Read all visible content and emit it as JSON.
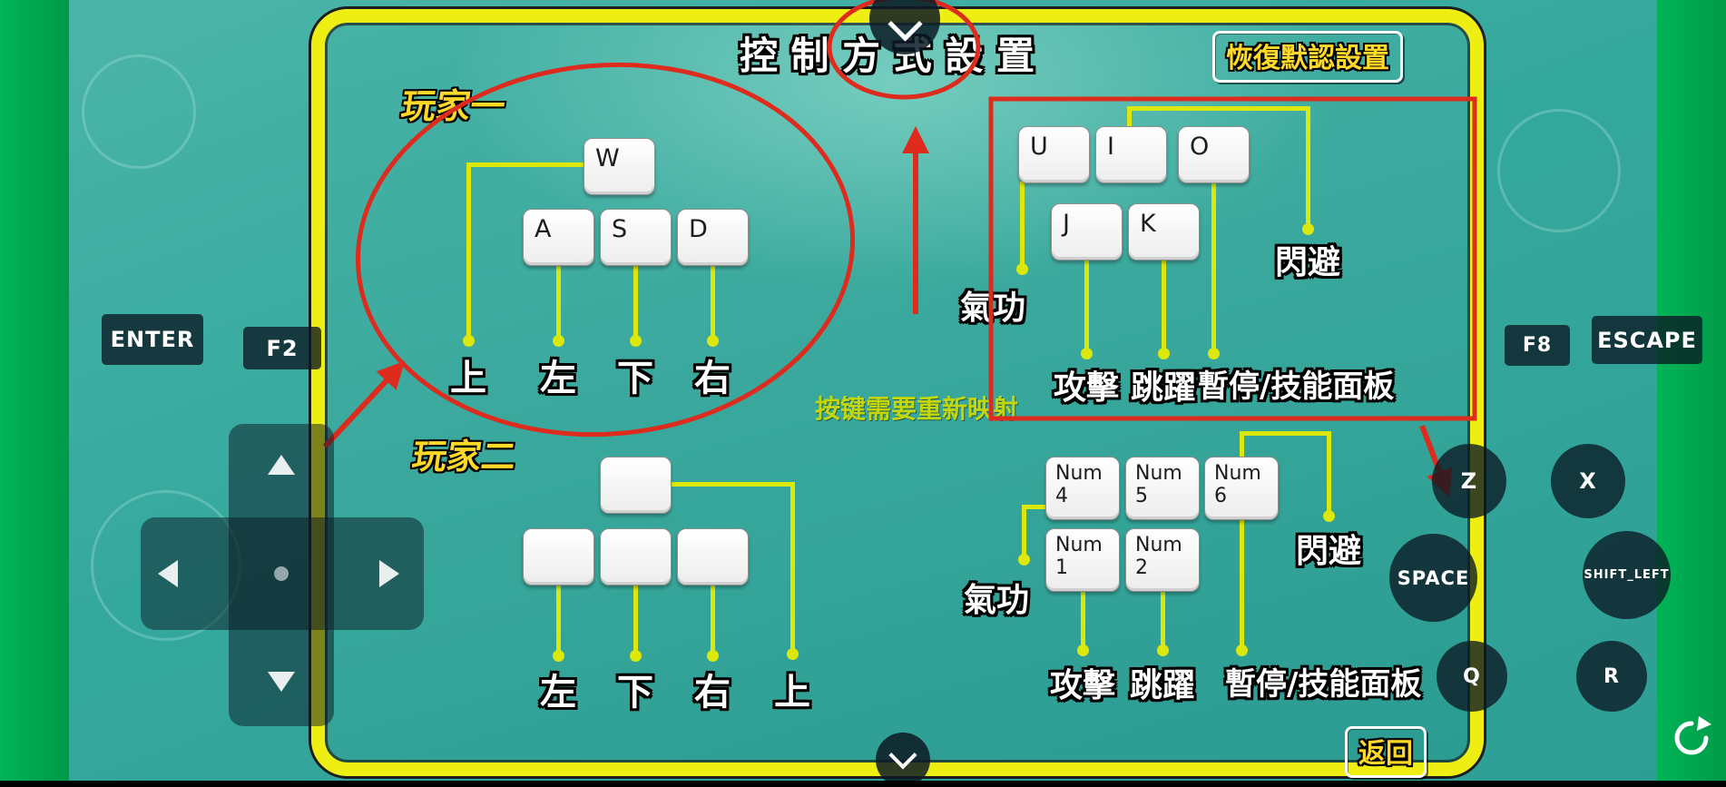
{
  "screen": {
    "title": "控 制 方 式 設 置",
    "restore_label": "恢復默認設置",
    "back_label": "返回",
    "hint": "按键需要重新映射"
  },
  "player1": {
    "label": "玩家一",
    "movement": {
      "keys": [
        "W",
        "A",
        "S",
        "D"
      ],
      "labels": [
        "上",
        "左",
        "下",
        "右"
      ]
    },
    "actions": {
      "keys": [
        "U",
        "I",
        "O",
        "J",
        "K"
      ],
      "labels": [
        "氣功",
        "攻擊",
        "跳躍",
        "暫停/技能面板",
        "閃避"
      ]
    }
  },
  "player2": {
    "label": "玩家二",
    "movement": {
      "keys": [
        "",
        "",
        "",
        ""
      ],
      "labels": [
        "左",
        "下",
        "右",
        "上"
      ]
    },
    "actions": {
      "keys": [
        "Num 4",
        "Num 5",
        "Num 6",
        "Num 1",
        "Num 2"
      ],
      "labels": [
        "氣功",
        "攻擊",
        "跳躍",
        "暫停/技能面板",
        "閃避"
      ]
    }
  },
  "emulator": {
    "enter": "ENTER",
    "f2": "F2",
    "f8": "F8",
    "escape": "ESCAPE",
    "z": "Z",
    "x": "X",
    "space": "SPACE",
    "shift_left": "SHIFT_LEFT",
    "q": "Q",
    "r": "R"
  },
  "colors": {
    "frame_yellow": "#eeee12",
    "background_teal": "#35a89e",
    "edge_green": "#00a94f",
    "connector_yellow": "#dce70c",
    "annotation_red": "#dd2b1e",
    "label_yellow": "#ffd928",
    "hint_green": "#c3d60b"
  }
}
